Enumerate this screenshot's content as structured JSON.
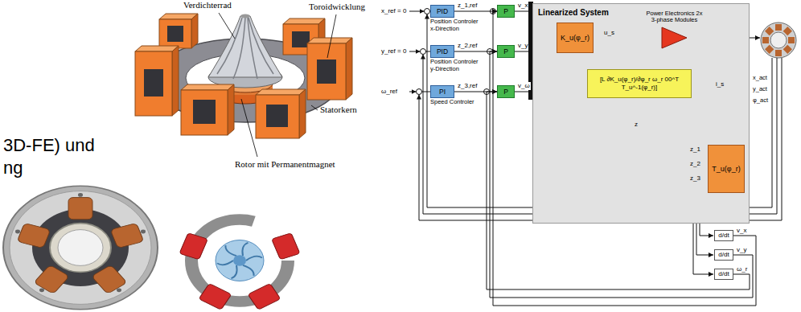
{
  "diagram": {
    "nodes": [
      {
        "text": [
          "Linearized System"
        ]
      },
      {
        "text": [
          "PID",
          "Position Controler x-Direction"
        ]
      },
      {
        "text": [
          "PID",
          "Position Controler y-Direction"
        ]
      },
      {
        "text": [
          "PI",
          "Speed Controler"
        ]
      },
      {
        "text": [
          "P"
        ]
      },
      {
        "text": [
          "P"
        ]
      },
      {
        "text": [
          "P"
        ]
      },
      {
        "text": [
          "K_u(φ_r)"
        ],
        "in": 0
      },
      {
        "text": [
          "[L ∂K_u(φ_r)/∂φ_r ω_r 00^T T_u^-1(φ_r)]"
        ],
        "in": 0
      },
      {
        "text": [
          "Power Electronics 2x 3-phase Modules"
        ],
        "in": 0
      },
      {
        "text": [
          "T_u(φ_r)"
        ],
        "in": 0
      },
      {
        "text": [
          "d/dt"
        ]
      },
      {
        "text": [
          "d/dt"
        ]
      },
      {
        "text": [
          "d/dt"
        ]
      }
    ],
    "edges": [
      {
        "from": 1,
        "to": 4,
        "label": "z_1,ref",
        "arrow": "to"
      },
      {
        "from": 2,
        "to": 5,
        "label": "z_2,ref",
        "arrow": "to"
      },
      {
        "from": 3,
        "to": 6,
        "label": "z_3,ref",
        "arrow": "to"
      },
      {
        "from": 4,
        "to": 7,
        "label": "v_x",
        "arrow": "to"
      },
      {
        "from": 5,
        "to": 7,
        "label": "v_y",
        "arrow": "to"
      },
      {
        "from": 6,
        "to": 7,
        "label": "v_ω",
        "arrow": "to"
      },
      {
        "from": 7,
        "to": 9,
        "label": "u_s",
        "arrow": "to"
      },
      {
        "from": 8,
        "to": 9,
        "arrow": "to"
      },
      {
        "from": 10,
        "to": 8,
        "label": "z",
        "arrow": "to"
      },
      {
        "from": 11,
        "to": 4,
        "label": "v_x",
        "arrow": "to"
      },
      {
        "from": 12,
        "to": 5,
        "label": "v_y",
        "arrow": "to"
      },
      {
        "from": 13,
        "to": 6,
        "label": "ω_r",
        "arrow": "to"
      }
    ],
    "labels": [
      "3D-FE) und",
      "ng",
      "Verdichterrad",
      "Toroidwicklung",
      "Statorkern",
      "Rotor mit Permanentmagnet",
      "x_ref = 0",
      "y_ref = 0",
      "ω_ref",
      "i_s",
      "x_act",
      "y_act",
      "φ_act",
      "z_1",
      "z_2",
      "z_3"
    ]
  }
}
